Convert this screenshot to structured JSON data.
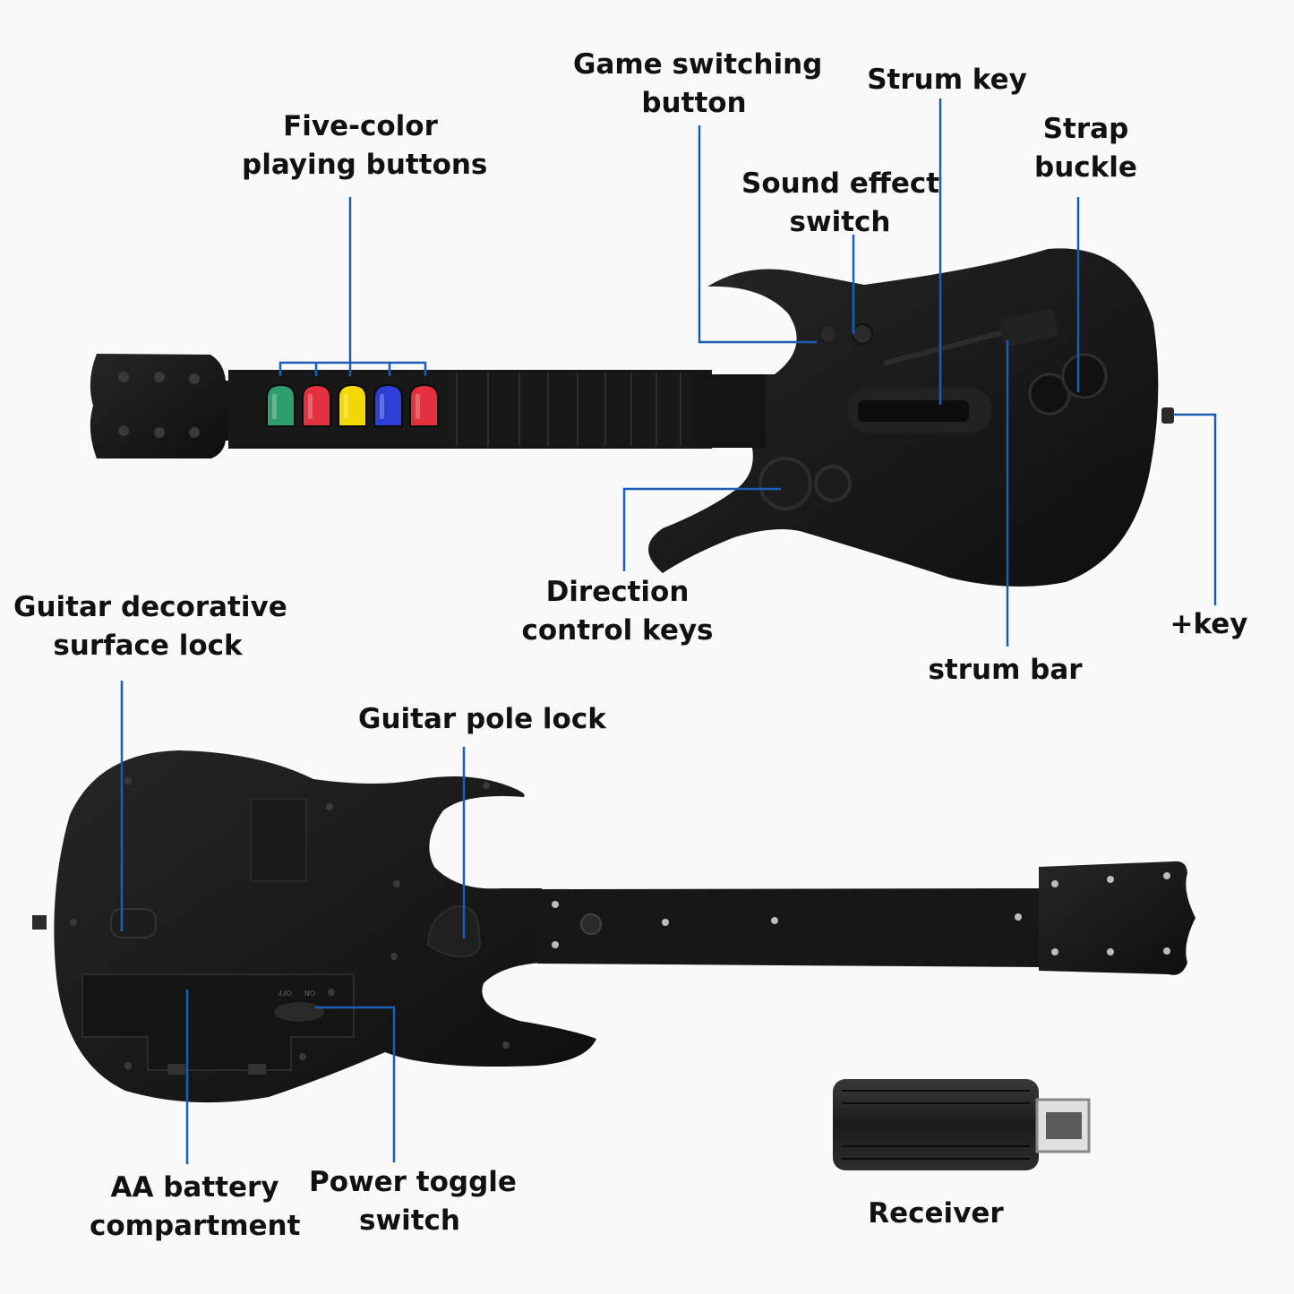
{
  "labels": {
    "five_color": [
      "Five-color",
      "playing buttons"
    ],
    "game_switching": [
      "Game switching",
      "button"
    ],
    "strum_key": [
      "Strum key"
    ],
    "strap_buckle": [
      "Strap",
      "buckle"
    ],
    "sound_effect": [
      "Sound effect",
      "switch"
    ],
    "direction_keys": [
      "Direction",
      "control keys"
    ],
    "strum_bar": [
      "strum bar"
    ],
    "plus_key": [
      "+key"
    ],
    "decorative_lock": [
      "Guitar decorative",
      "surface lock"
    ],
    "pole_lock": [
      "Guitar pole lock"
    ],
    "battery": [
      "AA battery",
      "compartment"
    ],
    "power_toggle": [
      "Power toggle",
      "switch"
    ],
    "receiver": [
      "Receiver"
    ]
  },
  "switch_marks": {
    "off": "OFF",
    "on": "ON"
  },
  "fret_button_colors": [
    "#2e9e6e",
    "#e3313f",
    "#f2d800",
    "#2d3fd6",
    "#e3313f"
  ],
  "colors": {
    "body": "#161616",
    "leader": "#1a5fb4",
    "text": "#111111"
  }
}
